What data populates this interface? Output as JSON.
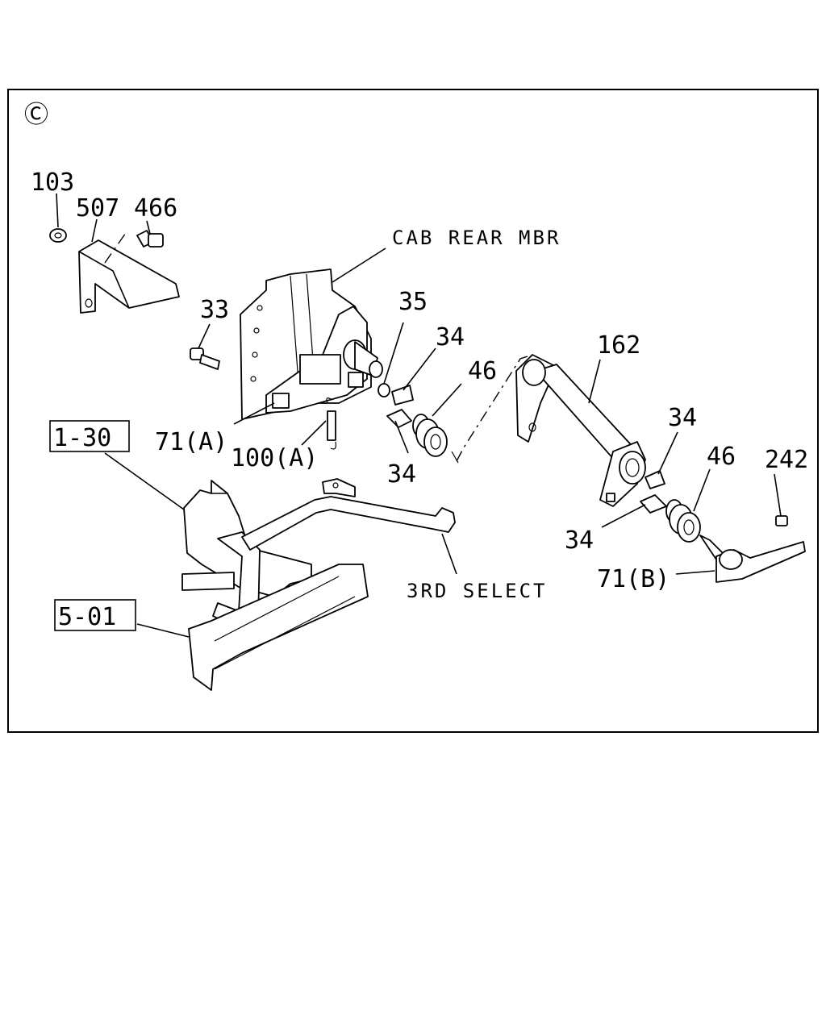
{
  "section_mark": "Ⓒ",
  "references": {
    "ref_1": "1-30",
    "ref_2": "5-01"
  },
  "notes": {
    "cab_rear": "CAB REAR MBR",
    "third_select": "3RD SELECT"
  },
  "callouts": {
    "c103": "103",
    "c507": "507",
    "c466": "466",
    "c33": "33",
    "c35": "35",
    "c34_top": "34",
    "c46_left": "46",
    "c162": "162",
    "c71a": "71(A)",
    "c100a": "100(A)",
    "c34_mid": "34",
    "c34_right": "34",
    "c46_right": "46",
    "c242": "242",
    "c34_low": "34",
    "c71b": "71(B)"
  }
}
